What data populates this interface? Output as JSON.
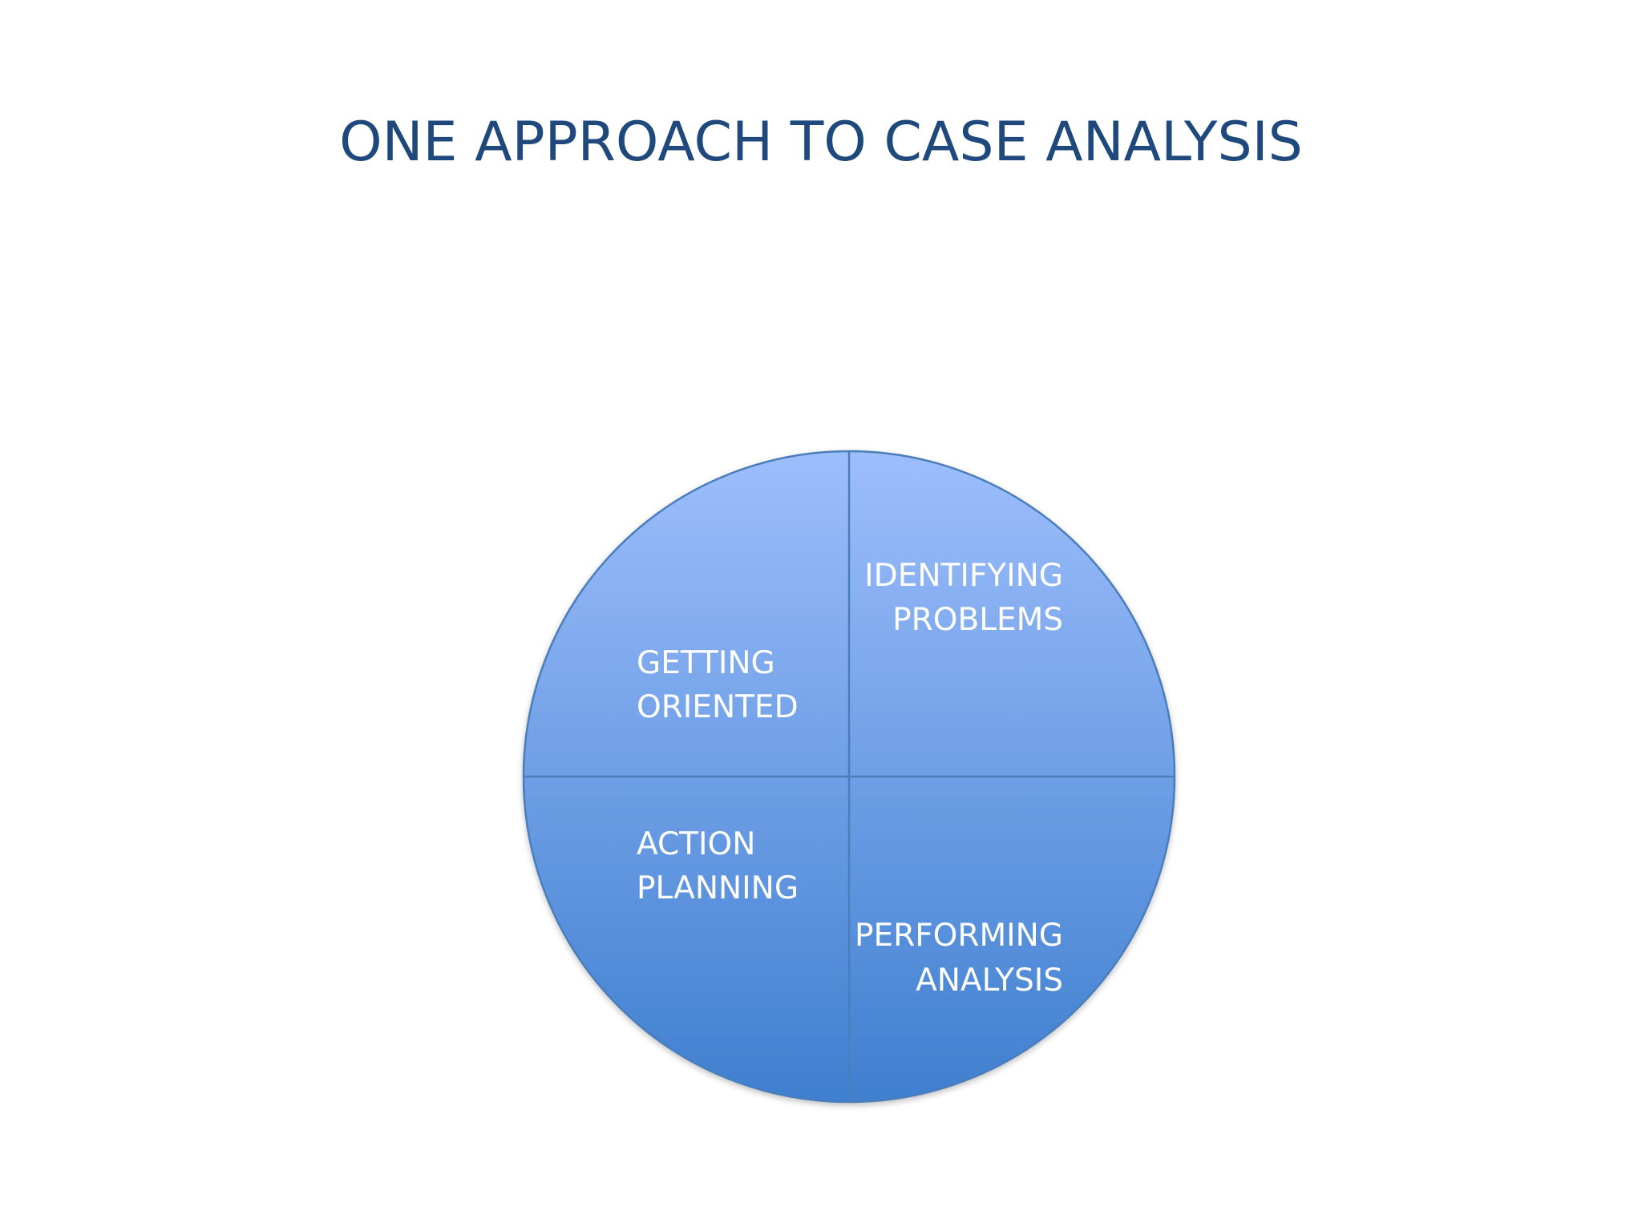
{
  "slide": {
    "title": "ONE APPROACH TO CASE ANALYSIS"
  },
  "diagram": {
    "quadrants": [
      {
        "id": "top-left",
        "line1": "GETTING",
        "line2": "ORIENTED"
      },
      {
        "id": "top-right",
        "line1": "IDENTIFYING",
        "line2": "PROBLEMS"
      },
      {
        "id": "bottom-left",
        "line1": "ACTION",
        "line2": "PLANNING"
      },
      {
        "id": "bottom-right",
        "line1": "PERFORMING",
        "line2": "ANALYSIS"
      }
    ],
    "colors": {
      "gradient_top": "#9dbefc",
      "gradient_bottom": "#3f7fcf",
      "outline": "#4a7ebb",
      "title": "#1f497d",
      "label": "#ffffff"
    }
  }
}
